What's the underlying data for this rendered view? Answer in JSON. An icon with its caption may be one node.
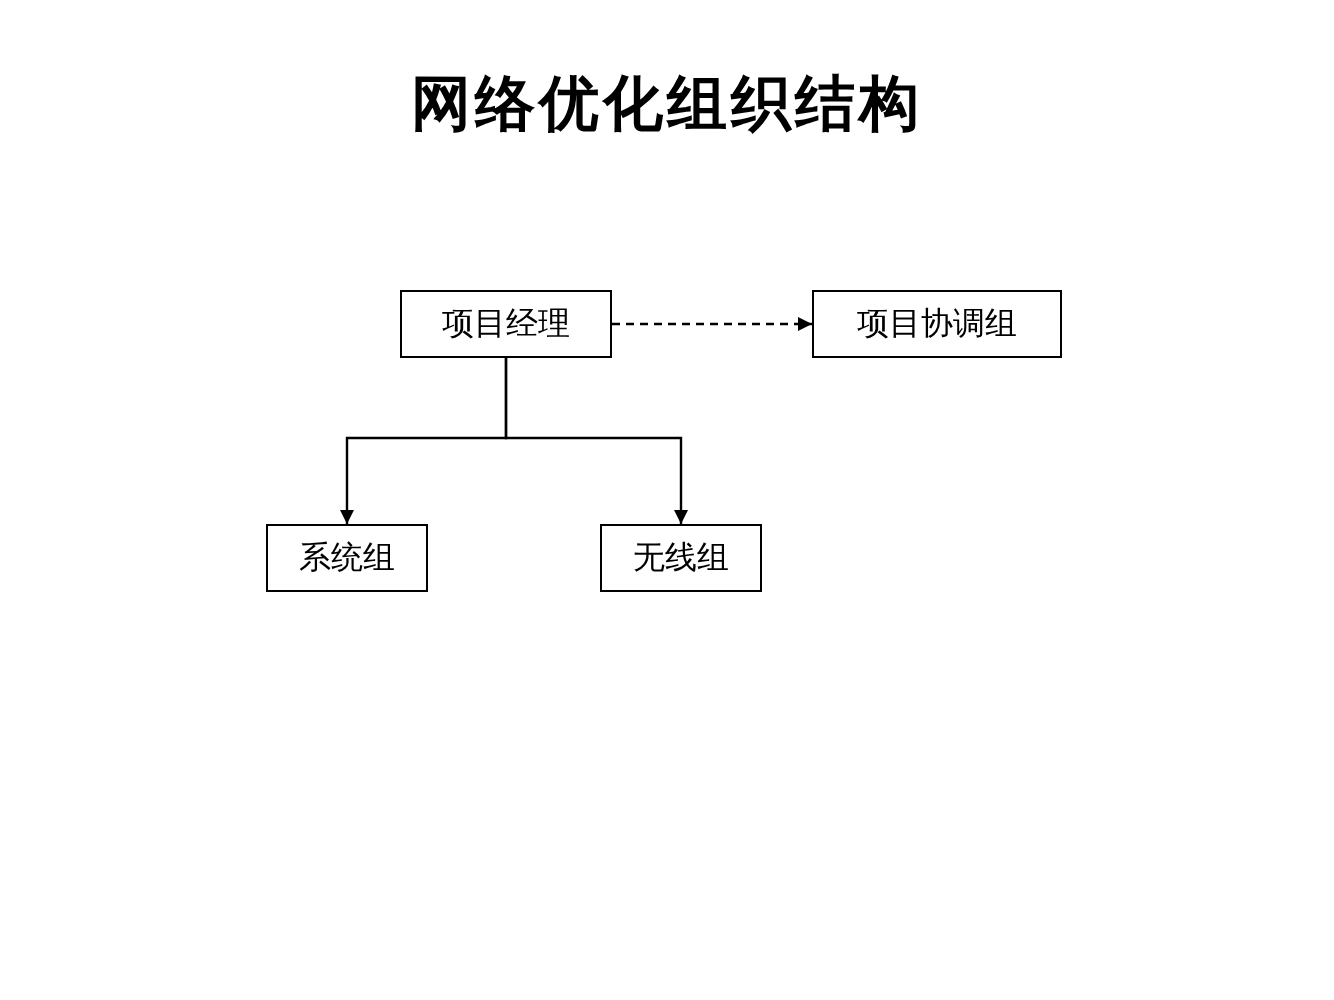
{
  "diagram": {
    "title": "网络优化组织结构",
    "nodes": [
      {
        "text": [
          "项目经理"
        ]
      },
      {
        "text": [
          "项目协调组"
        ]
      },
      {
        "text": [
          "系统组"
        ]
      },
      {
        "text": [
          "无线组"
        ]
      }
    ],
    "edges": [
      {
        "from": 0,
        "to": 1,
        "arrow": "to",
        "style": "dashed"
      },
      {
        "from": 0,
        "to": 2,
        "arrow": "to"
      },
      {
        "from": 0,
        "to": 3,
        "arrow": "to"
      }
    ]
  }
}
